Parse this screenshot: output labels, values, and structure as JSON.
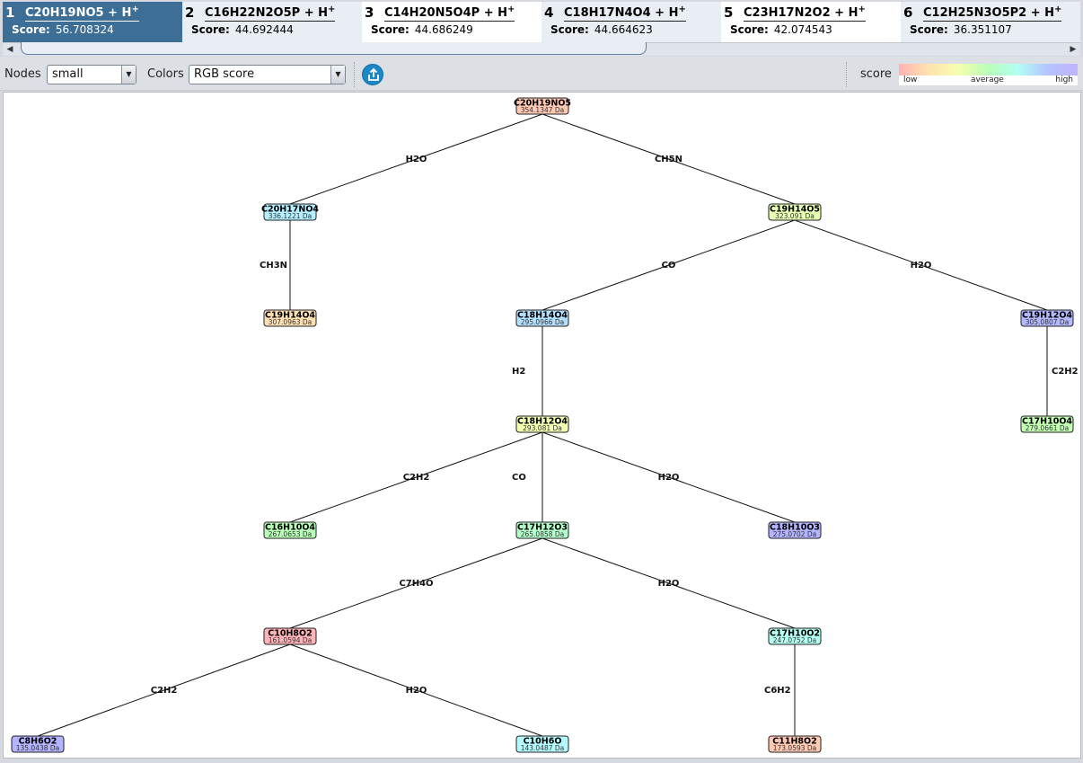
{
  "candidates": [
    {
      "rank": "1",
      "formula": "C20H19NO5",
      "adduct": "+ H",
      "plus": "+",
      "score_label": "Score:",
      "score": "56.708324"
    },
    {
      "rank": "2",
      "formula": "C16H22N2O5P",
      "adduct": "+ H",
      "plus": "+",
      "score_label": "Score:",
      "score": "44.692444"
    },
    {
      "rank": "3",
      "formula": "C14H20N5O4P",
      "adduct": "+ H",
      "plus": "+",
      "score_label": "Score:",
      "score": "44.686249"
    },
    {
      "rank": "4",
      "formula": "C18H17N4O4",
      "adduct": "+ H",
      "plus": "+",
      "score_label": "Score:",
      "score": "44.664623"
    },
    {
      "rank": "5",
      "formula": "C23H17N2O2",
      "adduct": "+ H",
      "plus": "+",
      "score_label": "Score:",
      "score": "42.074543"
    },
    {
      "rank": "6",
      "formula": "C12H25N3O5P2",
      "adduct": "+ H",
      "plus": "+",
      "score_label": "Score:",
      "score": "36.351107"
    }
  ],
  "selected_candidate": 0,
  "toolbar": {
    "nodes_label": "Nodes",
    "nodes_value": "small",
    "colors_label": "Colors",
    "colors_value": "RGB score",
    "export_icon": "export-icon"
  },
  "legend": {
    "label": "score",
    "low": "low",
    "average": "average",
    "high": "high",
    "colors": [
      "#ffb3b3",
      "#ffe2b0",
      "#f6ffb0",
      "#b9ffb9",
      "#b3fff3",
      "#b3c4ff",
      "#c0b3ff"
    ]
  },
  "tree": {
    "nodes": [
      {
        "id": "n0",
        "formula": "C20H19NO5",
        "mass": "354.1347 Da",
        "color": "#ffc8b3"
      },
      {
        "id": "n1",
        "formula": "C20H17NO4",
        "mass": "336.1221 Da",
        "color": "#b3f0ff"
      },
      {
        "id": "n2",
        "formula": "C19H14O5",
        "mass": "323.091 Da",
        "color": "#e6ffb3"
      },
      {
        "id": "n3",
        "formula": "C19H14O4",
        "mass": "307.0963 Da",
        "color": "#ffe0b3"
      },
      {
        "id": "n4",
        "formula": "C18H14O4",
        "mass": "295.0966 Da",
        "color": "#b3e0ff"
      },
      {
        "id": "n5",
        "formula": "C19H12O4",
        "mass": "305.0807 Da",
        "color": "#b3b8ff"
      },
      {
        "id": "n6",
        "formula": "C18H12O4",
        "mass": "293.081 Da",
        "color": "#f2ffb3"
      },
      {
        "id": "n7",
        "formula": "C17H10O4",
        "mass": "279.0661 Da",
        "color": "#c2ffb3"
      },
      {
        "id": "n8",
        "formula": "C16H10O4",
        "mass": "267.0653 Da",
        "color": "#b8ffb8"
      },
      {
        "id": "n9",
        "formula": "C17H12O3",
        "mass": "265.0858 Da",
        "color": "#b3ffcc"
      },
      {
        "id": "n10",
        "formula": "C18H10O3",
        "mass": "275.0702 Da",
        "color": "#b3b3ff"
      },
      {
        "id": "n11",
        "formula": "C10H8O2",
        "mass": "161.0594 Da",
        "color": "#ffb3b8"
      },
      {
        "id": "n12",
        "formula": "C17H10O2",
        "mass": "247.0752 Da",
        "color": "#b3fff2"
      },
      {
        "id": "n13",
        "formula": "C8H6O2",
        "mass": "135.0438 Da",
        "color": "#b3b3ff"
      },
      {
        "id": "n14",
        "formula": "C10H6O",
        "mass": "143.0487 Da",
        "color": "#b3fbff"
      },
      {
        "id": "n15",
        "formula": "C11H8O2",
        "mass": "173.0593 Da",
        "color": "#ffc8b3"
      }
    ],
    "edges": [
      {
        "from": "n0",
        "to": "n1",
        "loss": "H2O"
      },
      {
        "from": "n0",
        "to": "n2",
        "loss": "CH5N"
      },
      {
        "from": "n1",
        "to": "n3",
        "loss": "CH3N"
      },
      {
        "from": "n2",
        "to": "n4",
        "loss": "CO"
      },
      {
        "from": "n2",
        "to": "n5",
        "loss": "H2O"
      },
      {
        "from": "n4",
        "to": "n6",
        "loss": "H2"
      },
      {
        "from": "n5",
        "to": "n7",
        "loss": "C2H2"
      },
      {
        "from": "n6",
        "to": "n8",
        "loss": "C2H2"
      },
      {
        "from": "n6",
        "to": "n9",
        "loss": "CO"
      },
      {
        "from": "n6",
        "to": "n10",
        "loss": "H2O"
      },
      {
        "from": "n9",
        "to": "n11",
        "loss": "C7H4O"
      },
      {
        "from": "n9",
        "to": "n12",
        "loss": "H2O"
      },
      {
        "from": "n11",
        "to": "n13",
        "loss": "C2H2"
      },
      {
        "from": "n11",
        "to": "n14",
        "loss": "H2O"
      },
      {
        "from": "n12",
        "to": "n15",
        "loss": "C6H2"
      }
    ]
  }
}
